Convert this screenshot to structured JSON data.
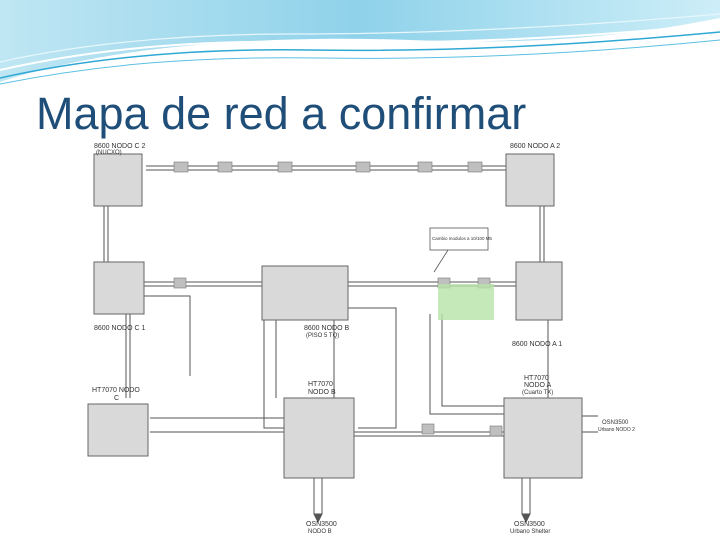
{
  "slide": {
    "title": "Mapa de red a confirmar",
    "accent_color": "#2fa8d6",
    "title_color": "#1f4e79"
  },
  "diagram": {
    "node_labels": {
      "nodo_c2": "8600 NODO C 2",
      "nodo_c2_sub": "(NUCXO)",
      "nodo_a2": "8600 NODO A 2",
      "nodo_c1": "8600 NODO C 1",
      "nodo_b": "8600 NODO B",
      "nodo_b_sub": "(PISO 5 TQ)",
      "nodo_a1": "8600 NODO A 1",
      "ht_c": "HT7070 NODO",
      "ht_c_sub": "C",
      "ht_b": "HT7070",
      "ht_b_sub": "NODO B",
      "ht_a": "HT7070",
      "ht_a_sub1": "NODO A",
      "ht_a_sub2": "(Cuarto TX)",
      "osn_b": "OSN3500",
      "osn_b_sub": "NODO B",
      "osn_bottom_right": "OSN3500",
      "osn_bottom_right_sub": "Urbano Shelter",
      "osn_right": "OSN3500",
      "osn_right_sub": "Urbano NODO 2",
      "callout": "Cambio modulos a 10/100 Mb"
    }
  }
}
